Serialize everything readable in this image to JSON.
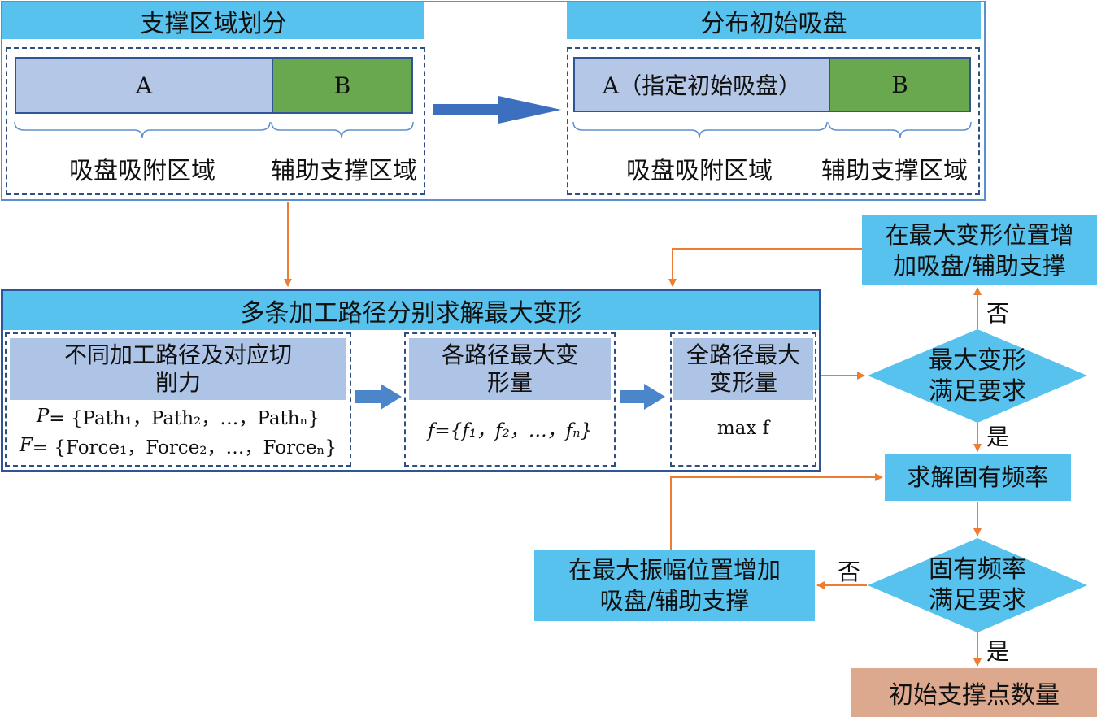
{
  "colors": {
    "cyan": "#56c2ed",
    "lavender": "#adc4e6",
    "green": "#6aa84f",
    "orange": "#ed7d31",
    "navy": "#2f5597",
    "final": "#dca88e"
  },
  "top": {
    "left_title": "支撑区域划分",
    "right_title": "分布初始吸盘",
    "left_seg_a": "A",
    "left_seg_b": "B",
    "right_seg_a": "A（指定初始吸盘）",
    "right_seg_b": "B",
    "left_label_a": "吸盘吸附区域",
    "left_label_b": "辅助支撑区域",
    "right_label_a": "吸盘吸附区域",
    "right_label_b": "辅助支撑区域"
  },
  "middle": {
    "title": "多条加工路径分别求解最大变形",
    "box1_title": "不同加工路径及对应切削力",
    "box1_p_var": "P",
    "box1_p_rest": " = {Path₁，Path₂，…，Pathₙ}",
    "box1_f_var": "F",
    "box1_f_rest": " = {Force₁，Force₂，…，Forceₙ}",
    "box2_title": "各路径最大变形量",
    "box2_formula": "f={f₁，f₂，…，fₙ}",
    "box3_title": "全路径最大变形量",
    "box3_formula": "max f"
  },
  "right": {
    "add_top": "在最大变形位置增加吸盘/辅助支撑",
    "diamond1": "最大变形满足要求",
    "no1": "否",
    "yes1": "是",
    "solve_freq": "求解固有频率",
    "diamond2": "固有频率满足要求",
    "no2": "否",
    "yes2": "是",
    "add_bottom": "在最大振幅位置增加吸盘/辅助支撑",
    "final": "初始支撑点数量"
  }
}
